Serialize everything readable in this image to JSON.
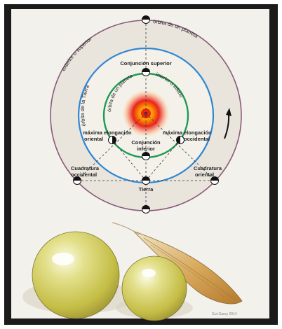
{
  "diagram": {
    "sun_label": "S",
    "orbits": {
      "outer_left": "exterior o superior",
      "outer_right": "órbita de un planeta",
      "earth_orbit": "órbita de la Tierra",
      "inner_orbit": "órbita de un planeta",
      "inner_right": "interior o inferior"
    },
    "positions": {
      "conjuncion_superior": "Conjunción superior",
      "conjuncion_inferior_line1": "Conjunción",
      "conjuncion_inferior_line2": "inferior",
      "max_elong_oriental_line1": "máxima elongación",
      "max_elong_oriental_line2": "oriental",
      "max_elong_occidental_line1": "máxima elongación",
      "max_elong_occidental_line2": "occidental",
      "cuadratura_occidental_line1": "Cuadratura",
      "cuadratura_occidental_line2": "occidental",
      "cuadratura_oriental_line1": "Cuadratura",
      "cuadratura_oriental_line2": "oriental",
      "tierra": "Tierra"
    },
    "colors": {
      "outer_ring": "#8a5a7a",
      "earth_orbit": "#2f86d1",
      "inner_orbit": "#1f9a55",
      "sun_core": "#f4e000",
      "sun_glow": "#e8251c"
    }
  },
  "illustration": {
    "objects": [
      "sphere",
      "sphere",
      "seed-pod"
    ],
    "signature": "Gut Garay 2014"
  }
}
